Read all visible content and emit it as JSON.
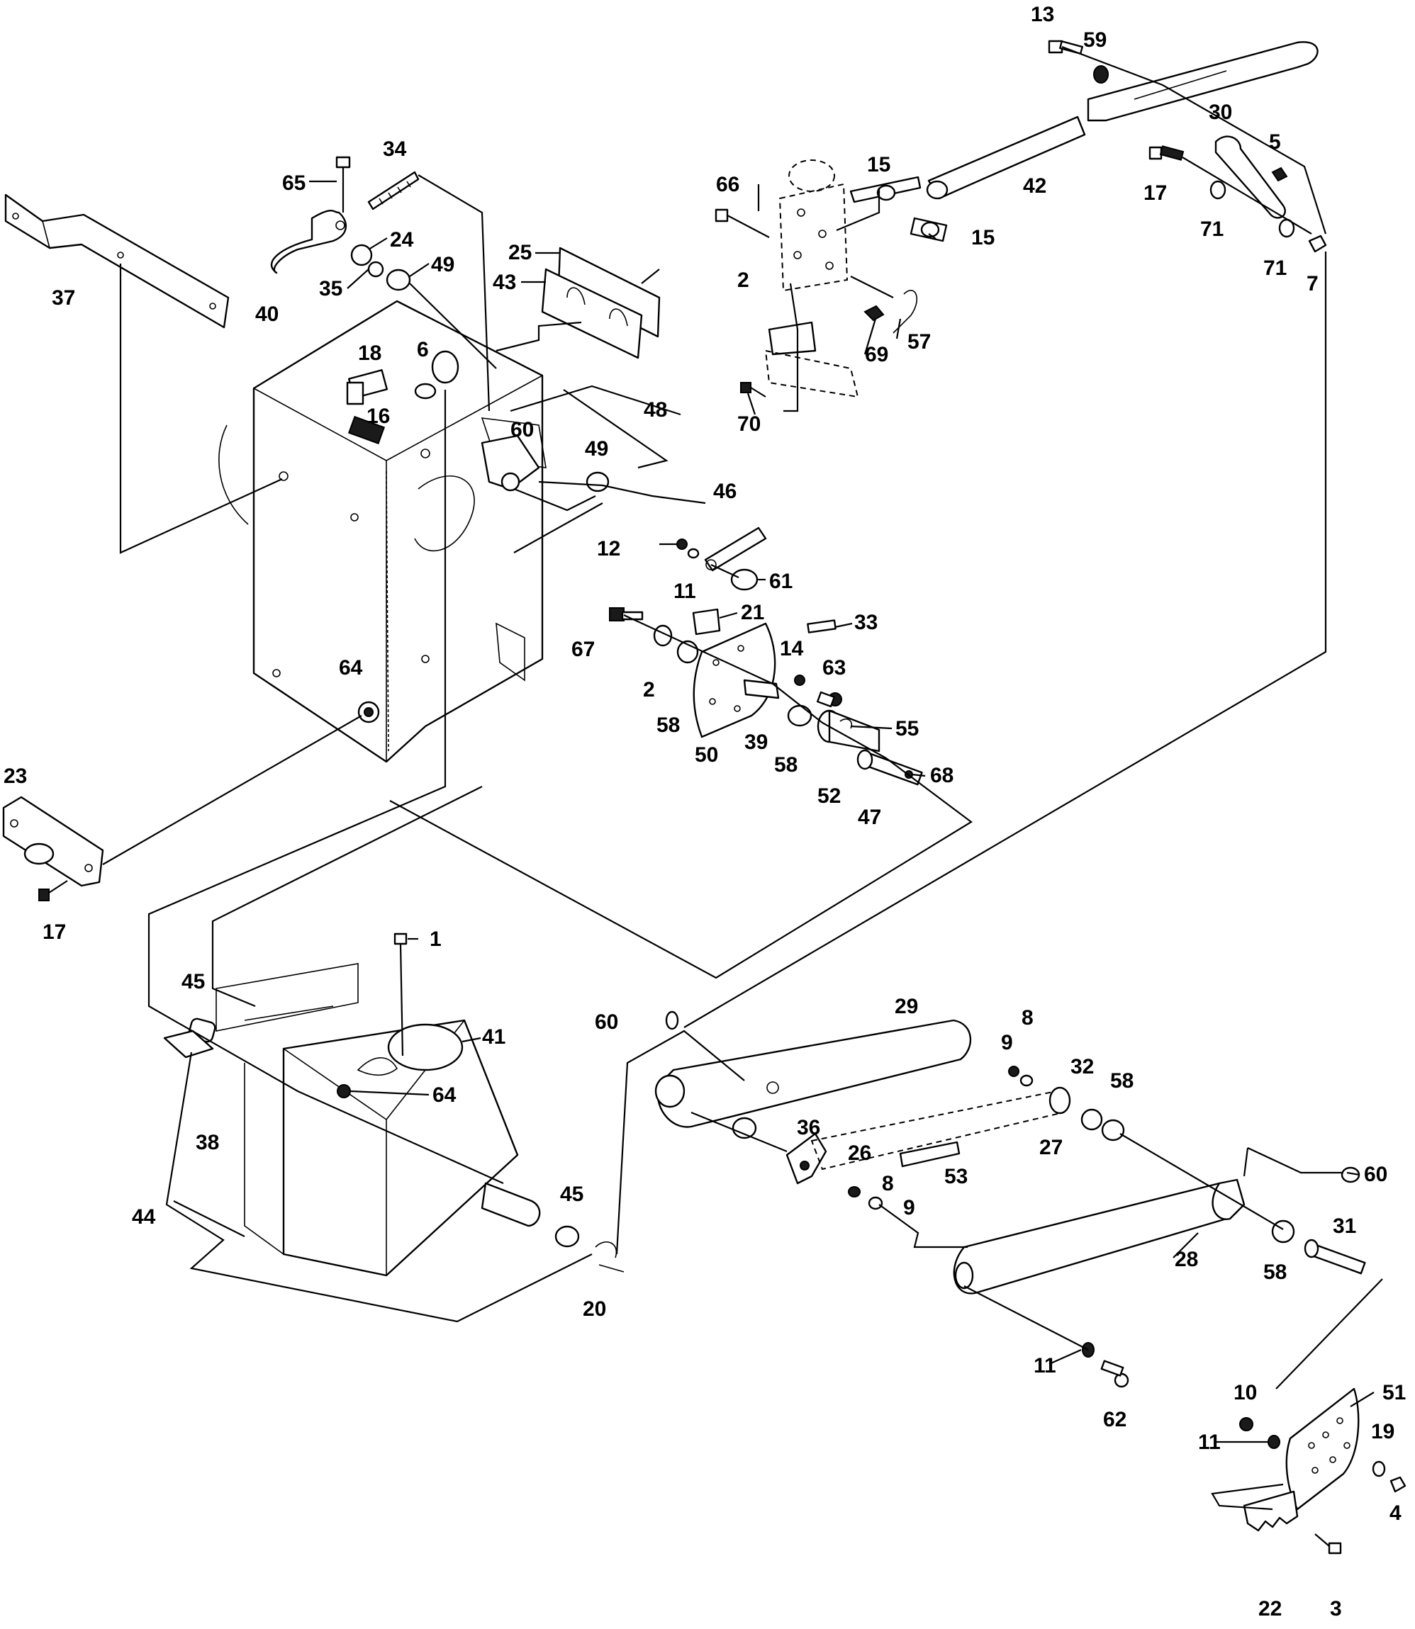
{
  "diagram": {
    "type": "exploded-parts-diagram",
    "part_numbers": {
      "p1": "1",
      "p2a": "2",
      "p2b": "2",
      "p3": "3",
      "p4": "4",
      "p5": "5",
      "p6": "6",
      "p7": "7",
      "p8a": "8",
      "p8b": "8",
      "p9a": "9",
      "p9b": "9",
      "p10": "10",
      "p11a": "11",
      "p11b": "11",
      "p11c": "11",
      "p12": "12",
      "p13": "13",
      "p14": "14",
      "p15a": "15",
      "p15b": "15",
      "p16": "16",
      "p17a": "17",
      "p17b": "17",
      "p18": "18",
      "p19": "19",
      "p20": "20",
      "p21": "21",
      "p22": "22",
      "p23": "23",
      "p24": "24",
      "p25": "25",
      "p26": "26",
      "p27": "27",
      "p28": "28",
      "p29": "29",
      "p30": "30",
      "p31": "31",
      "p32": "32",
      "p33": "33",
      "p34": "34",
      "p35": "35",
      "p36": "36",
      "p37": "37",
      "p38": "38",
      "p39": "39",
      "p40": "40",
      "p41": "41",
      "p42": "42",
      "p43": "43",
      "p44": "44",
      "p45a": "45",
      "p45b": "45",
      "p46": "46",
      "p47": "47",
      "p48": "48",
      "p49a": "49",
      "p49b": "49",
      "p50": "50",
      "p51": "51",
      "p52": "52",
      "p53": "53",
      "p55": "55",
      "p57": "57",
      "p58a": "58",
      "p58b": "58",
      "p58c": "58",
      "p58d": "58",
      "p59": "59",
      "p60a": "60",
      "p60b": "60",
      "p60c": "60",
      "p61": "61",
      "p62": "62",
      "p63": "63",
      "p64a": "64",
      "p64b": "64",
      "p65": "65",
      "p66": "66",
      "p67": "67",
      "p68": "68",
      "p69": "69",
      "p70": "70",
      "p71a": "71",
      "p71b": "71"
    }
  }
}
